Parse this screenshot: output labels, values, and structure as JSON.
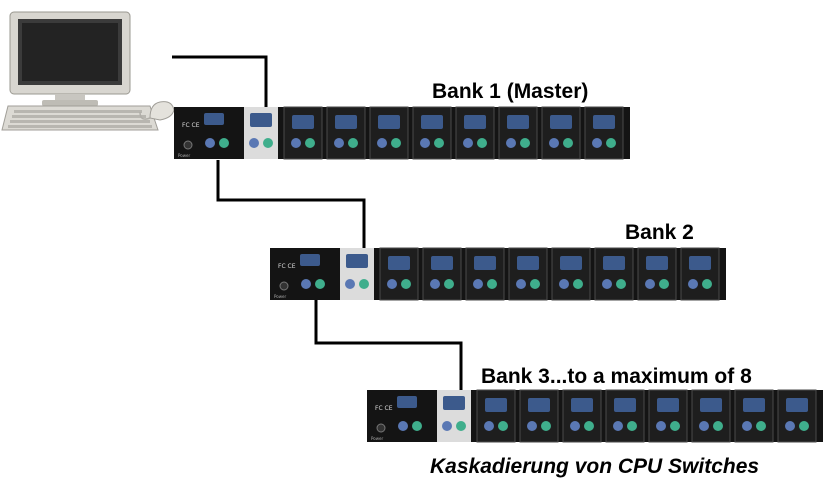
{
  "diagram": {
    "banks": [
      {
        "label": "Bank 1 (Master)"
      },
      {
        "label": "Bank 2"
      },
      {
        "label": "Bank 3...to a maximum of 8"
      }
    ],
    "caption": "Kaskadierung von CPU Switches"
  },
  "colors": {
    "panel": "#141414",
    "port_vga": "#3c5a8c",
    "port_kb": "#5a78b4",
    "port_mouse": "#3fae8c",
    "master_port_bg": "#dcdcdc",
    "cable": "#000000"
  },
  "icons": [
    "computer-icon",
    "monitor-icon",
    "keyboard-icon",
    "mouse-icon",
    "kvm-switch-icon"
  ]
}
